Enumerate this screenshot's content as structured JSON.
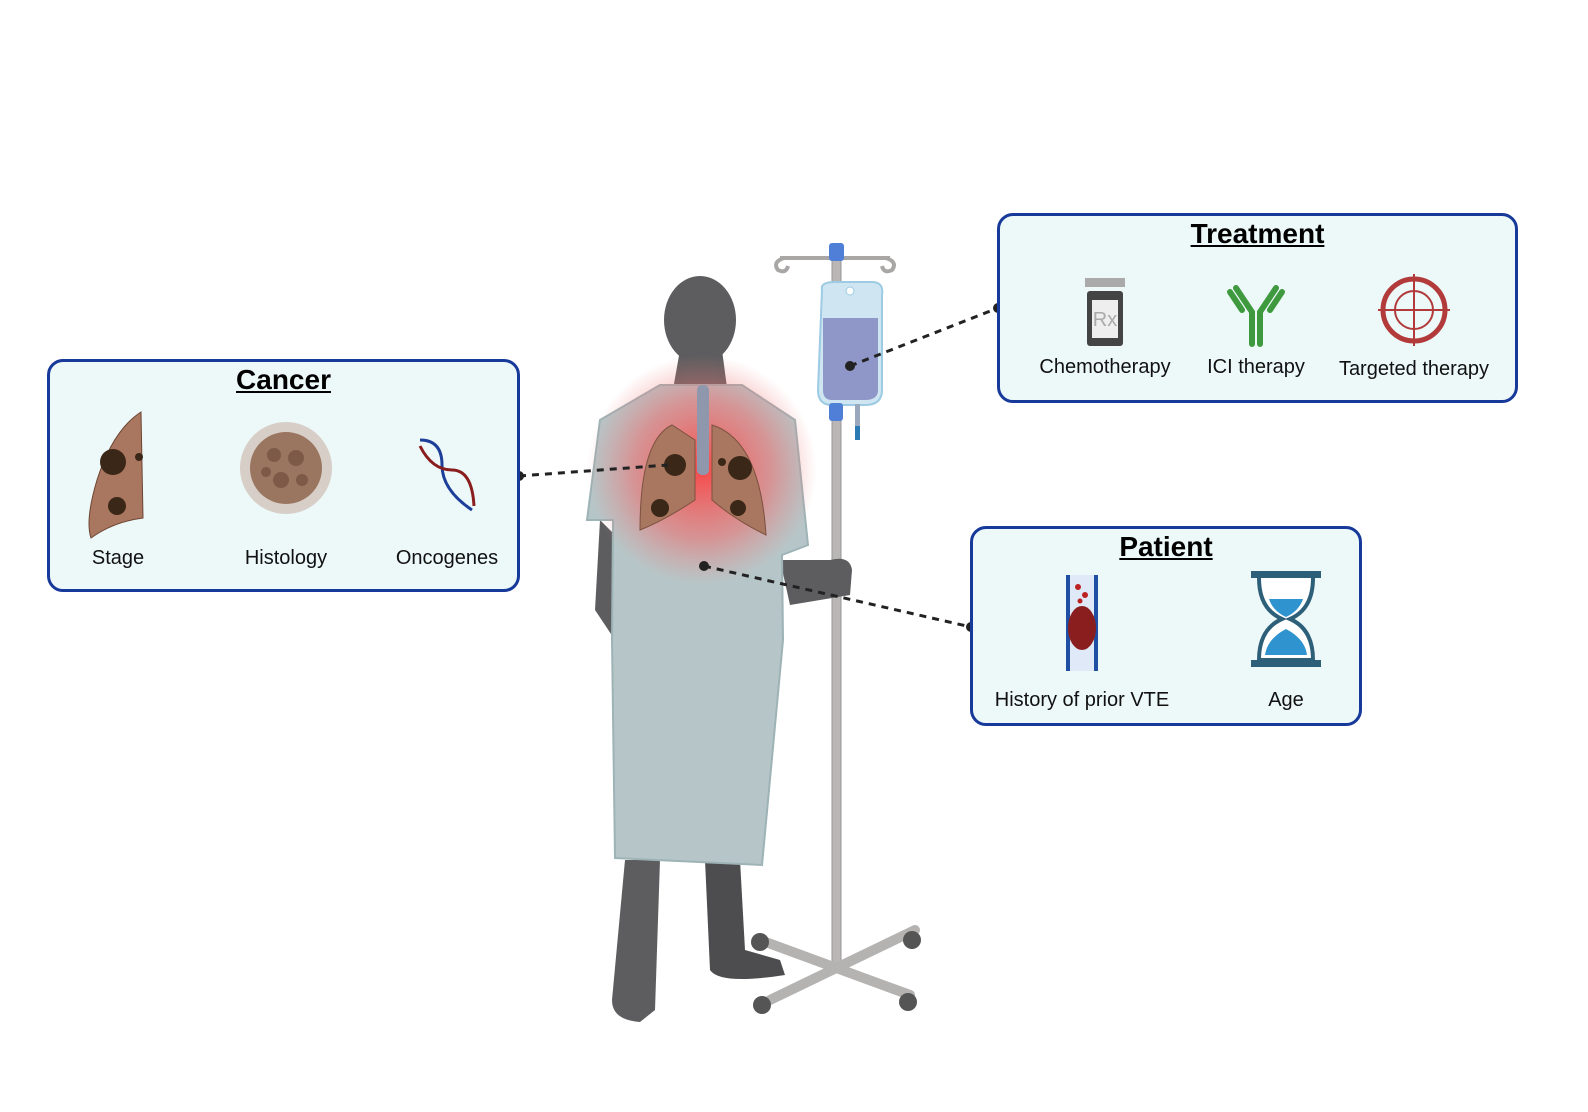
{
  "cancer": {
    "title": "Cancer",
    "items": [
      {
        "label": "Stage",
        "icon": "lung-tumor-icon"
      },
      {
        "label": "Histology",
        "icon": "cell-cluster-icon"
      },
      {
        "label": "Oncogenes",
        "icon": "dna-icon"
      }
    ]
  },
  "treatment": {
    "title": "Treatment",
    "items": [
      {
        "label": "Chemotherapy",
        "icon": "rx-bottle-icon"
      },
      {
        "label": "ICI therapy",
        "icon": "antibody-icon"
      },
      {
        "label": "Targeted therapy",
        "icon": "target-icon"
      }
    ]
  },
  "patient": {
    "title": "Patient",
    "items": [
      {
        "label": "History of prior VTE",
        "icon": "blood-clot-vessel-icon"
      },
      {
        "label": "Age",
        "icon": "hourglass-icon"
      }
    ]
  },
  "colors": {
    "box_border": "#17399a",
    "box_fill": "#edf9f9",
    "antibody": "#3f9a3f",
    "target": "#b23a3a",
    "hourglass": "#2e5f78"
  }
}
